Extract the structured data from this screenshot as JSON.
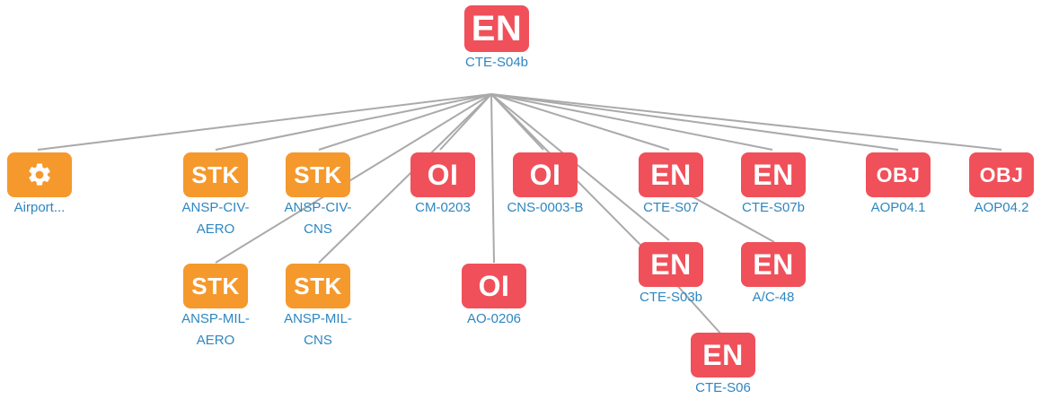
{
  "colors": {
    "entity": "#f0505a",
    "stakeholder": "#f5992d",
    "edge": "#aaaaaa",
    "label": "#2e86c1"
  },
  "nodes": {
    "root": {
      "badge": "EN",
      "label": "CTE-S04b"
    },
    "airport": {
      "icon": "gear-icon",
      "label": "Airport..."
    },
    "civ_aero": {
      "badge": "STK",
      "label": "ANSP-CIV-AERO"
    },
    "civ_cns": {
      "badge": "STK",
      "label": "ANSP-CIV-CNS"
    },
    "cm0203": {
      "badge": "OI",
      "label": "CM-0203"
    },
    "cns0003": {
      "badge": "OI",
      "label": "CNS-0003-B"
    },
    "s07": {
      "badge": "EN",
      "label": "CTE-S07"
    },
    "s07b": {
      "badge": "EN",
      "label": "CTE-S07b"
    },
    "aop041": {
      "badge": "OBJ",
      "label": "AOP04.1"
    },
    "aop042": {
      "badge": "OBJ",
      "label": "AOP04.2"
    },
    "mil_aero": {
      "badge": "STK",
      "label": "ANSP-MIL-AERO"
    },
    "mil_cns": {
      "badge": "STK",
      "label": "ANSP-MIL-CNS"
    },
    "ao0206": {
      "badge": "OI",
      "label": "AO-0206"
    },
    "s03b": {
      "badge": "EN",
      "label": "CTE-S03b"
    },
    "ac48": {
      "badge": "EN",
      "label": "A/C-48"
    },
    "s06": {
      "badge": "EN",
      "label": "CTE-S06"
    }
  }
}
